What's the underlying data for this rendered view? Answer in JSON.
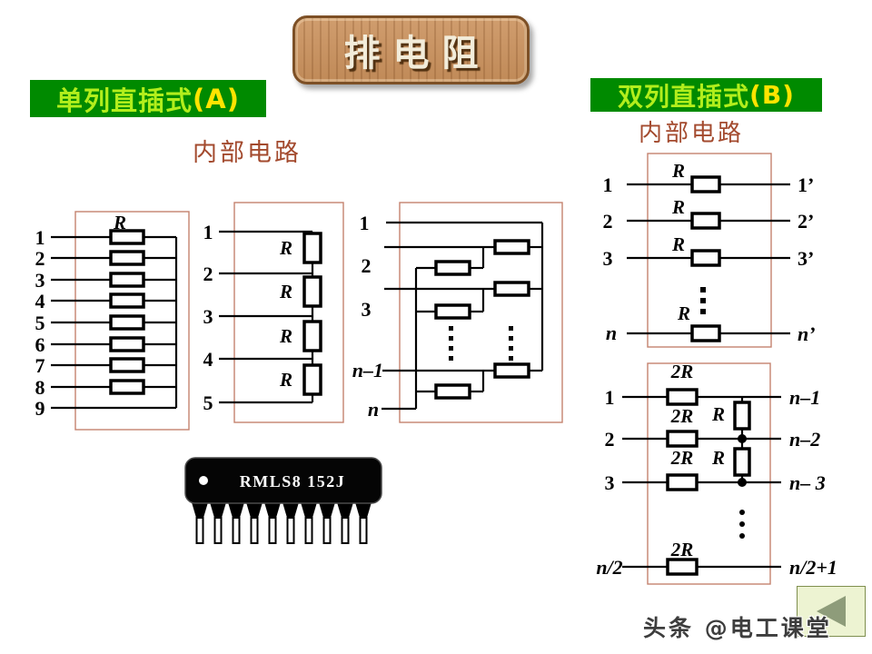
{
  "slide_title": "排电阻",
  "left_panel": {
    "banner_text": "单列直插式",
    "banner_suffix": "(A)",
    "subtitle": "内部电路",
    "sip9": {
      "resistor_label": "R",
      "pins": [
        "1",
        "2",
        "3",
        "4",
        "5",
        "6",
        "7",
        "8",
        "9"
      ]
    },
    "sip5": {
      "pins": [
        "1",
        "2",
        "3",
        "4",
        "5"
      ],
      "resistor_labels": [
        "R",
        "R",
        "R",
        "R"
      ]
    },
    "ladder": {
      "pins": [
        "1",
        "2",
        "3",
        "n–1",
        "n"
      ]
    },
    "chip_marking": "RMLS8 152J"
  },
  "right_panel": {
    "banner_text": "双列直插式",
    "banner_suffix": "(B)",
    "subtitle": "内部电路",
    "dip_isolated": {
      "left_pins": [
        "1",
        "2",
        "3",
        "n"
      ],
      "right_pins": [
        "1’",
        "2’",
        "3’",
        "n’"
      ],
      "resistor_labels": [
        "R",
        "R",
        "R",
        "R"
      ]
    },
    "dip_ladder": {
      "left_pins": [
        "1",
        "2",
        "3",
        "n/2"
      ],
      "right_pins": [
        "n–1",
        "n–2",
        "n– 3",
        "n/2+1"
      ],
      "series_resistor_labels": [
        "2R",
        "2R",
        "2R",
        "2R"
      ],
      "shunt_resistor_labels": [
        "R",
        "R"
      ]
    }
  },
  "watermark": "头条 @电工课堂",
  "colors": {
    "banner_bg": "#008a00",
    "banner_text": "#b2ee1c",
    "banner_suffix": "#ffe400",
    "subtitle_text": "#a34a2e",
    "circuit_box_border": "#c4826e",
    "wood_button": "#c9946a",
    "title_text": "#f2ecda",
    "nav_button_bg": "#edf3d2",
    "nav_triangle": "#8e9c7a"
  }
}
